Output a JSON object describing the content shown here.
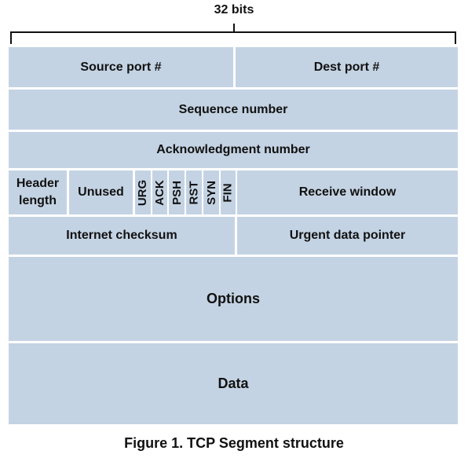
{
  "width_label": "32 bits",
  "fields": {
    "source_port": "Source port #",
    "dest_port": "Dest port #",
    "sequence_number": "Sequence number",
    "ack_number": "Acknowledgment number",
    "header_length_line1": "Header",
    "header_length_line2": "length",
    "unused": "Unused",
    "flags": [
      "URG",
      "ACK",
      "PSH",
      "RST",
      "SYN",
      "FIN"
    ],
    "receive_window": "Receive window",
    "internet_checksum": "Internet checksum",
    "urgent_pointer": "Urgent data pointer",
    "options": "Options",
    "data": "Data"
  },
  "caption": "Figure 1. TCP Segment structure",
  "colors": {
    "cell_fill": "#c4d3e3",
    "border": "#ffffff",
    "text": "#111111"
  }
}
